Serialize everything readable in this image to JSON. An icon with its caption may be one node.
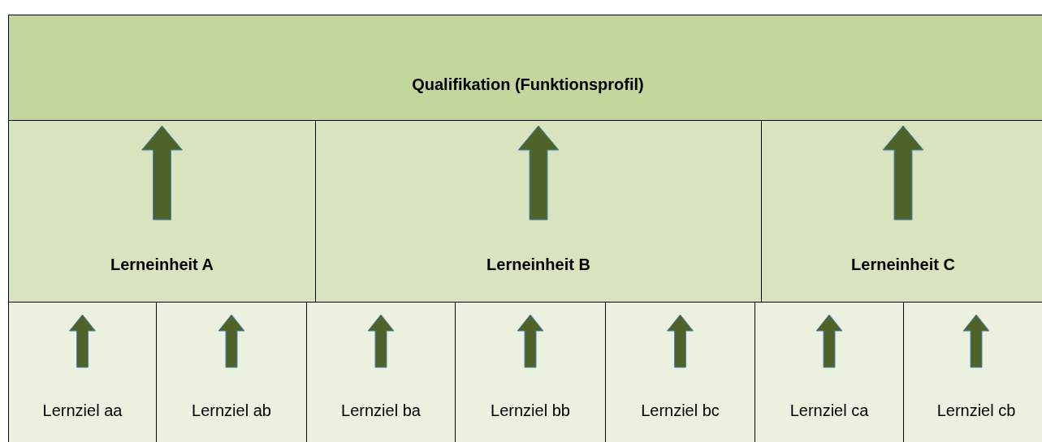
{
  "diagram": {
    "nodes": [
      {
        "text": [
          "Qualifikation (Funktionsprofil)"
        ]
      },
      {
        "text": [
          "Lerneinheit A"
        ]
      },
      {
        "text": [
          "Lerneinheit B"
        ]
      },
      {
        "text": [
          "Lerneinheit C"
        ]
      },
      {
        "text": [
          "Lernziel aa"
        ]
      },
      {
        "text": [
          "Lernziel ab"
        ]
      },
      {
        "text": [
          "Lernziel ba"
        ]
      },
      {
        "text": [
          "Lernziel bb"
        ]
      },
      {
        "text": [
          "Lernziel bc"
        ]
      },
      {
        "text": [
          "Lernziel ca"
        ]
      },
      {
        "text": [
          "Lernziel cb"
        ]
      }
    ],
    "edges": [
      {
        "from": 1,
        "to": 0,
        "arrow": "to"
      },
      {
        "from": 2,
        "to": 0,
        "arrow": "to"
      },
      {
        "from": 3,
        "to": 0,
        "arrow": "to"
      },
      {
        "from": 4,
        "to": 1,
        "arrow": "to"
      },
      {
        "from": 5,
        "to": 1,
        "arrow": "to"
      },
      {
        "from": 6,
        "to": 2,
        "arrow": "to"
      },
      {
        "from": 7,
        "to": 2,
        "arrow": "to"
      },
      {
        "from": 8,
        "to": 2,
        "arrow": "to"
      },
      {
        "from": 9,
        "to": 3,
        "arrow": "to"
      },
      {
        "from": 10,
        "to": 3,
        "arrow": "to"
      }
    ]
  }
}
